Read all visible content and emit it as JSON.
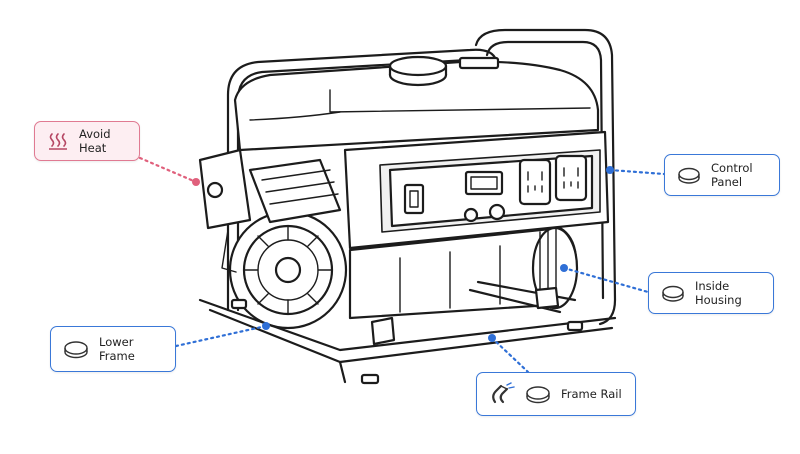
{
  "callouts": {
    "avoid_heat": {
      "label": "Avoid Heat",
      "icon": "heat-waves-icon"
    },
    "control_panel": {
      "label": "Control Panel",
      "icon": "round-button-icon"
    },
    "inside_housing": {
      "label": "Inside Housing",
      "icon": "round-button-icon"
    },
    "lower_frame": {
      "label": "Lower Frame",
      "icon": "round-button-icon"
    },
    "frame_rail": {
      "label": "Frame Rail",
      "icon": "magnet-icon"
    }
  },
  "colors": {
    "accent": "#2f6fd6",
    "warning": "#e0607c",
    "warning_bg": "#fdeef2"
  }
}
